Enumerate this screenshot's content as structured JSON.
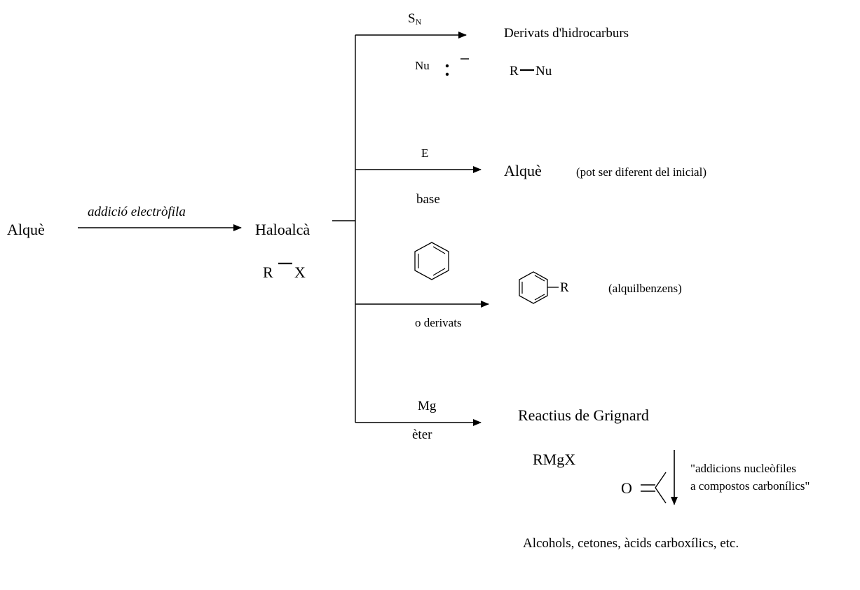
{
  "start": {
    "label": "Alquè"
  },
  "arrow_main": {
    "label": "addició  electròfila"
  },
  "haloalkane": {
    "label": "Haloalcà",
    "formula_r": "R",
    "formula_x": "X"
  },
  "branch_sn": {
    "label_s": "S",
    "label_sub": "N",
    "reagent": "Nu",
    "product": "Derivats  d'hidrocarburs",
    "formula_r": "R",
    "formula_nu": "Nu"
  },
  "branch_e": {
    "label": "E",
    "reagent": "base",
    "product": "Alquè",
    "note": "(pot ser diferent del inicial)"
  },
  "branch_aromatic": {
    "reagent": "o derivats",
    "product_r": "R",
    "note": "(alquilbenzens)"
  },
  "branch_grignard": {
    "label": "Mg",
    "reagent": "èter",
    "product": "Reactius  de Grignard",
    "formula": "RMgX"
  },
  "carbonyl_step": {
    "atom": "O",
    "note_line1": "\"addicions nucleòfiles",
    "note_line2": "a compostos carbonílics\"",
    "final_product": "Alcohols, cetones, àcids carboxílics, etc."
  }
}
